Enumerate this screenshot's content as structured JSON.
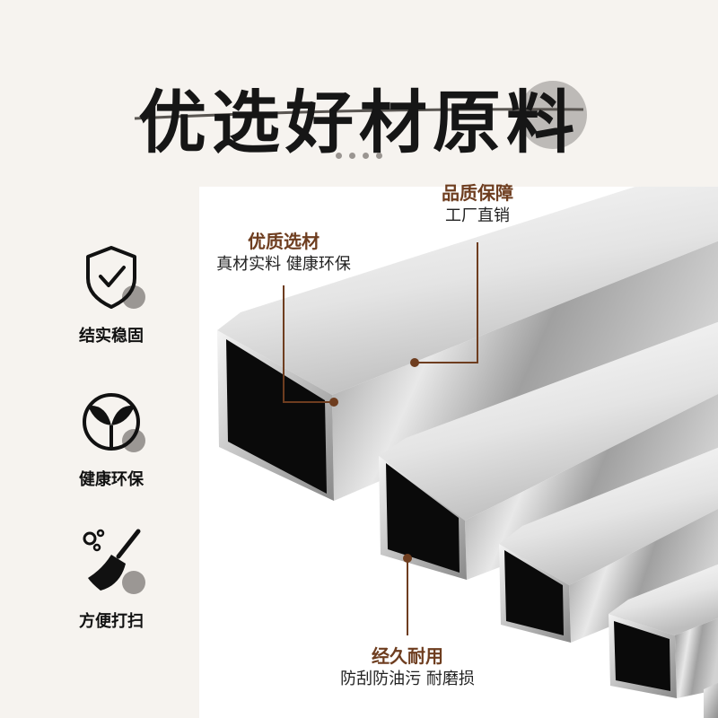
{
  "title": "优选好材原料",
  "features": [
    {
      "icon": "shield-check-icon",
      "label": "结实稳固"
    },
    {
      "icon": "leaf-sprout-icon",
      "label": "健康环保"
    },
    {
      "icon": "broom-icon",
      "label": "方便打扫"
    }
  ],
  "callouts": {
    "quality": {
      "head": "优质选材",
      "sub": "真材实料 健康环保"
    },
    "guarantee": {
      "head": "品质保障",
      "sub": "工厂直销"
    },
    "durable": {
      "head": "经久耐用",
      "sub": "防刮防油污 耐磨损"
    }
  },
  "colors": {
    "accent": "#6e3d1f",
    "text": "#111111",
    "background": "#f6f3ef"
  }
}
